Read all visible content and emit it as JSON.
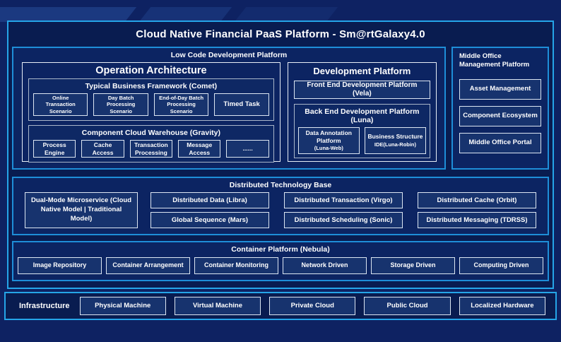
{
  "title": "Cloud Native Financial PaaS Platform - Sm@rtGalaxy4.0",
  "colors": {
    "background": "#0e2262",
    "panel_fill": "#091c50",
    "section_fill": "#0c2462",
    "leaf_fill": "#17336e",
    "accent_border": "#25a5e8",
    "section_border": "#1e8ed8",
    "white_border": "#e8eef6",
    "gray_border": "#a9b6c9",
    "text": "#ffffff"
  },
  "low_code": {
    "label": "Low Code Development Platform",
    "operation_architecture": {
      "title": "Operation Architecture",
      "typical_business_framework": {
        "label": "Typical Business Framework (Comet)",
        "items": [
          "Online Transaction Scenario",
          "Day Batch Processing Scenario",
          "End-of-Day Batch Processing Scenario",
          "Timed Task"
        ]
      },
      "component_cloud_warehouse": {
        "label": "Component Cloud Warehouse (Gravity)",
        "items": [
          "Process Engine",
          "Cache Access",
          "Transaction Processing",
          "Message Access",
          "......"
        ]
      }
    },
    "development_platform": {
      "title": "Development Platform",
      "front_end": "Front End Development Platform (Vela)",
      "back_end": {
        "label": "Back End Development Platform (Luna)",
        "items": [
          {
            "title": "Data Annotation Platform",
            "sub": "(Luna-Web)"
          },
          {
            "title": "Business Structure",
            "sub": "IDE(Luna-Robin)"
          }
        ]
      }
    }
  },
  "middle_office": {
    "label": "Middle Office Management Platform",
    "items": [
      "Asset Management",
      "Component Ecosystem",
      "Middle Office Portal"
    ]
  },
  "distributed": {
    "label": "Distributed Technology Base",
    "dual_mode": "Dual-Mode Microservice (Cloud Native Model | Traditional Model)",
    "items": [
      "Distributed Data (Libra)",
      "Distributed Transaction (Virgo)",
      "Distributed Cache (Orbit)",
      "Global Sequence (Mars)",
      "Distributed Scheduling (Sonic)",
      "Distributed Messaging (TDRSS)"
    ]
  },
  "container_platform": {
    "label": "Container Platform (Nebula)",
    "items": [
      "Image Repository",
      "Container Arrangement",
      "Container Monitoring",
      "Network Driven",
      "Storage Driven",
      "Computing Driven"
    ]
  },
  "infrastructure": {
    "label": "Infrastructure",
    "items": [
      "Physical Machine",
      "Virtual Machine",
      "Private Cloud",
      "Public Cloud",
      "Localized Hardware"
    ]
  }
}
